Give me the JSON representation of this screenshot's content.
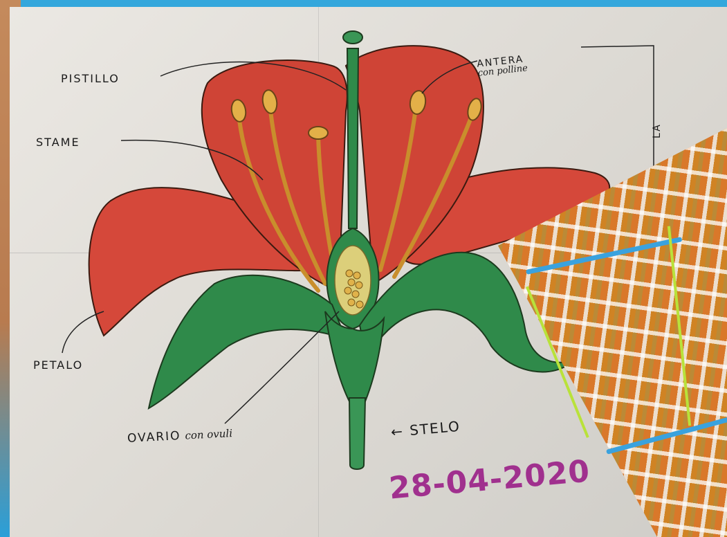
{
  "labels": {
    "pistillo": "PISTILLO",
    "stame": "STAME",
    "petalo": "PETALO",
    "ovario": "OVARIO",
    "ovario_sub": "con ovuli",
    "stelo": "← STELO",
    "antera": "ANTERA",
    "antera_sub": "con polline",
    "side_label": "LA",
    "date": "28-04-2020"
  },
  "colors": {
    "petal": "#d5483a",
    "petal_dark": "#b83226",
    "leaf": "#2f8a4a",
    "stamen": "#d9a23a",
    "date_ink": "#a0308e",
    "frame_blue": "#2a9fd8"
  }
}
